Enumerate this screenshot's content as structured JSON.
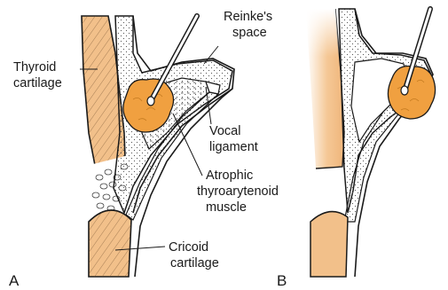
{
  "figure": {
    "panels": [
      {
        "id": "A",
        "label": "A"
      },
      {
        "id": "B",
        "label": "B"
      }
    ],
    "labels": {
      "reinkes_space_line1": "Reinke's",
      "reinkes_space_line2": "space",
      "thyroid_line1": "Thyroid",
      "thyroid_line2": "cartilage",
      "vocal_line1": "Vocal",
      "vocal_line2": "ligament",
      "atrophic_line1": "Atrophic",
      "atrophic_line2": "thyroarytenoid",
      "atrophic_line3": "muscle",
      "cricoid_line1": "Cricoid",
      "cricoid_line2": "cartilage"
    },
    "colors": {
      "cartilage": "#f2c08a",
      "fat_graft": "#f0a040",
      "outline": "#1a1a1a",
      "stipple": "#555555"
    }
  }
}
